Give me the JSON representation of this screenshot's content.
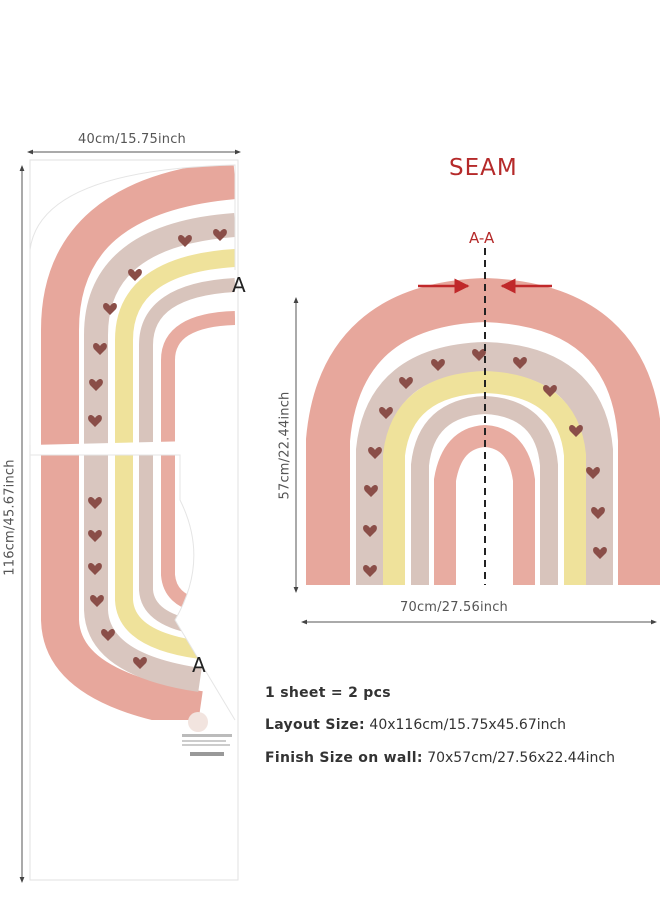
{
  "layout_sheet": {
    "width_label": "40cm/15.75inch",
    "height_label": "116cm/45.67inch",
    "marker_top": "A",
    "marker_bottom": "A"
  },
  "assembled": {
    "title": "SEAM",
    "seam_label": "A-A",
    "width_label": "70cm/27.56inch",
    "height_label": "57cm/22.44inch"
  },
  "specs": {
    "pieces": "1 sheet = 2 pcs",
    "layout_size_label": "Layout Size:",
    "layout_size_value": "40x116cm/15.75x45.67inch",
    "finish_size_label": "Finish Size on wall:",
    "finish_size_value": "70x57cm/27.56x22.44inch"
  },
  "colors": {
    "seam_red": "#b52a2a",
    "outer_band": "#e7a79c",
    "heart_band": "#d9c6bf",
    "yellow_band": "#efe29b",
    "inner_taupe": "#d8c4bc",
    "inner_pink": "#e8aca1",
    "heart": "#8a4e48"
  }
}
